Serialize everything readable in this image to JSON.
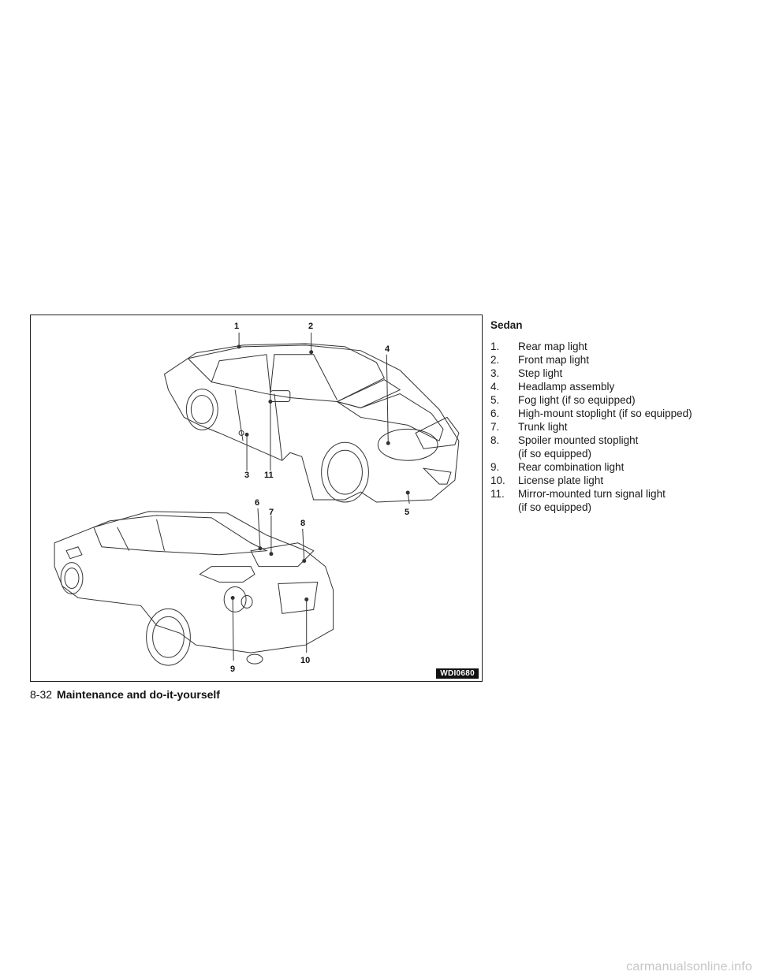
{
  "figure": {
    "code": "WDI0680",
    "callouts": [
      "1",
      "2",
      "3",
      "4",
      "5",
      "6",
      "7",
      "8",
      "9",
      "10",
      "11"
    ]
  },
  "legend": {
    "title": "Sedan",
    "items": [
      {
        "num": "1.",
        "lines": [
          "Rear map light"
        ]
      },
      {
        "num": "2.",
        "lines": [
          "Front map light"
        ]
      },
      {
        "num": "3.",
        "lines": [
          "Step light"
        ]
      },
      {
        "num": "4.",
        "lines": [
          "Headlamp assembly"
        ]
      },
      {
        "num": "5.",
        "lines": [
          "Fog light (if so equipped)"
        ]
      },
      {
        "num": "6.",
        "lines": [
          "High-mount stoplight (if so equipped)"
        ]
      },
      {
        "num": "7.",
        "lines": [
          "Trunk light"
        ]
      },
      {
        "num": "8.",
        "lines": [
          "Spoiler mounted stoplight",
          "(if so equipped)"
        ]
      },
      {
        "num": "9.",
        "lines": [
          "Rear combination light"
        ]
      },
      {
        "num": "10.",
        "lines": [
          "License plate light"
        ]
      },
      {
        "num": "11.",
        "lines": [
          "Mirror-mounted turn signal light",
          "(if so equipped)"
        ]
      }
    ]
  },
  "footer": {
    "page": "8-32",
    "section": "Maintenance and do-it-yourself"
  },
  "watermark": "carmanualsonline.info"
}
